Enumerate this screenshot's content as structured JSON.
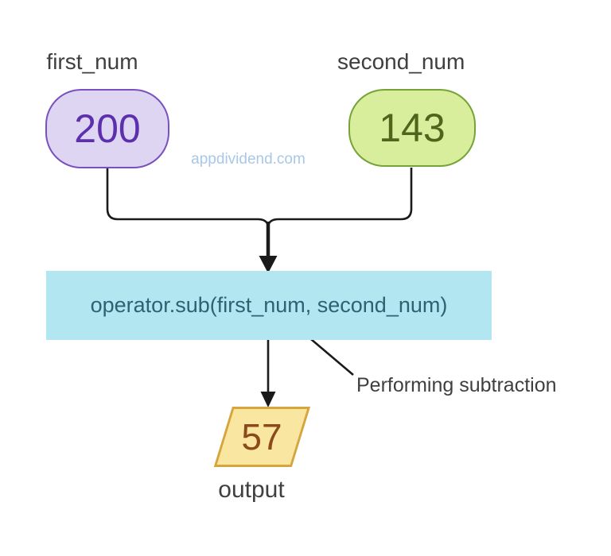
{
  "watermark": "appdividend.com",
  "nodes": {
    "first": {
      "label": "first_num",
      "value": "200"
    },
    "second": {
      "label": "second_num",
      "value": "143"
    },
    "operation": {
      "expression": "operator.sub(first_num, second_num)"
    },
    "output": {
      "label": "output",
      "value": "57"
    }
  },
  "annotation": {
    "text": "Performing subtraction"
  },
  "colors": {
    "first_fill": "#ded5f2",
    "first_border": "#7a50c0",
    "first_text": "#5c2fad",
    "second_fill": "#d9ee9c",
    "second_border": "#74a336",
    "second_text": "#4e661c",
    "operation_fill": "#b2e7f2",
    "operation_text": "#2c6272",
    "output_fill": "#f9e6a1",
    "output_border": "#d6a53e",
    "output_text": "#8c4a1b",
    "label_text": "#3f3f3f",
    "watermark_text": "#a9c7e6",
    "line": "#1a1a1a"
  }
}
